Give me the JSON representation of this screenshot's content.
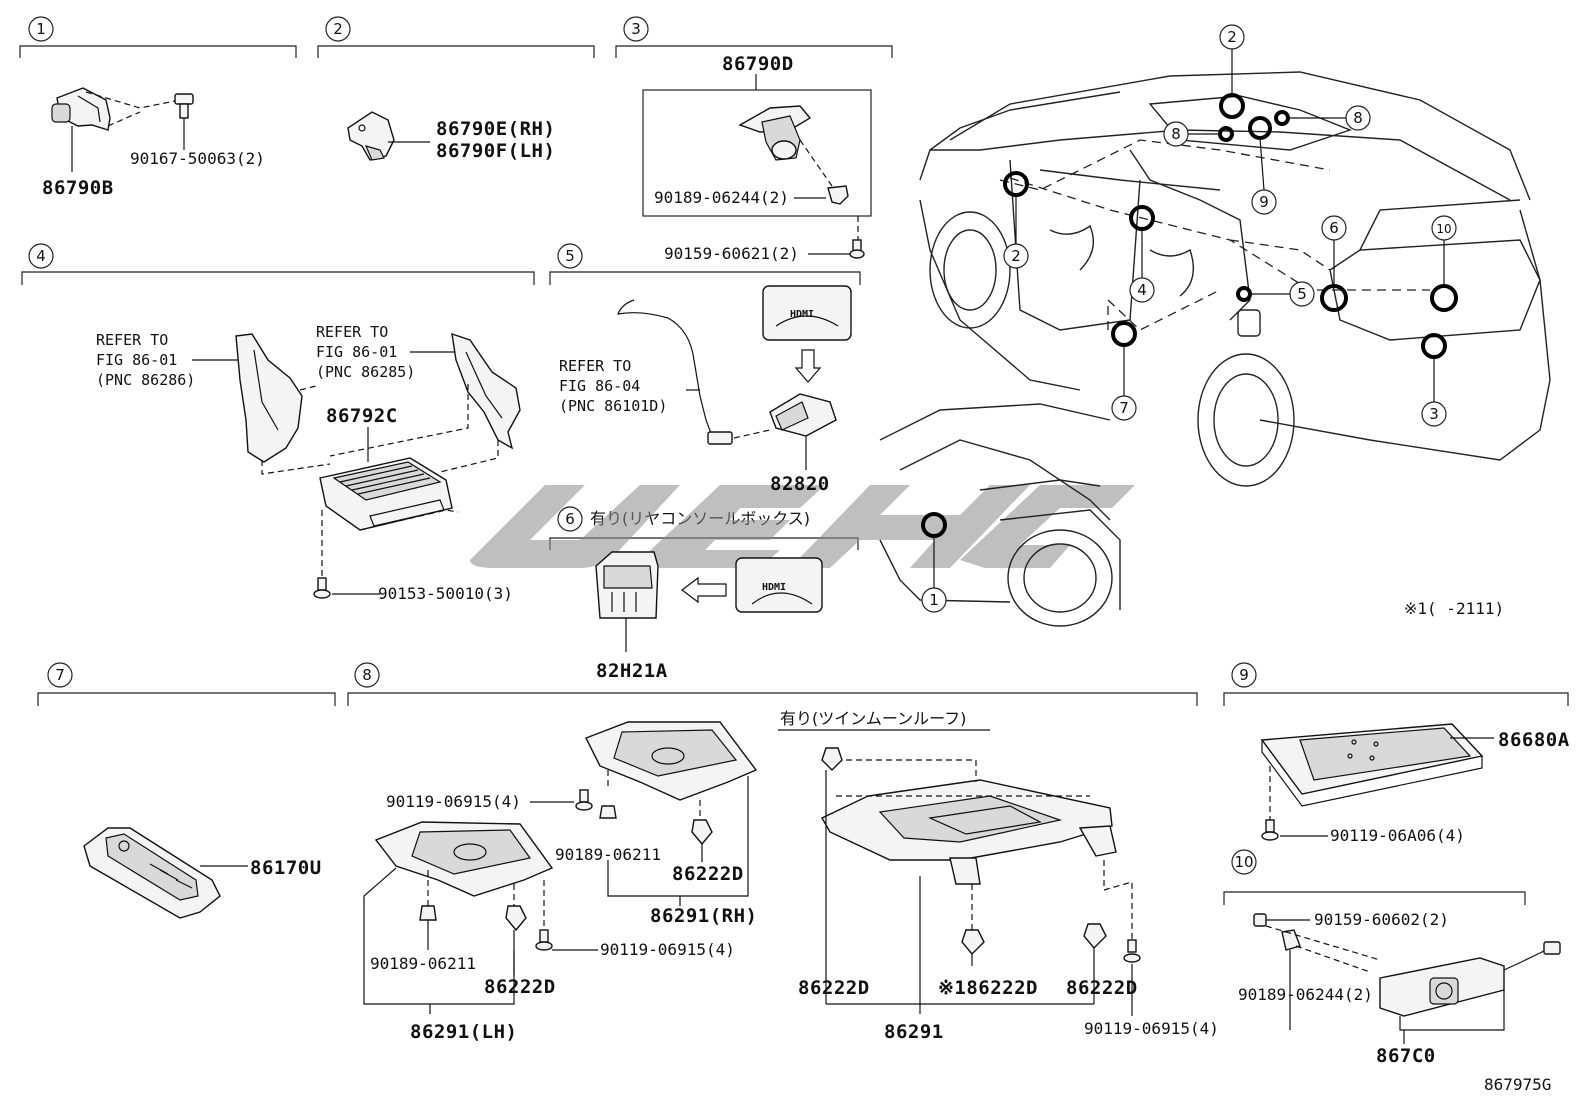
{
  "sections": [
    "1",
    "2",
    "3",
    "4",
    "5",
    "6",
    "7",
    "8",
    "9",
    "10"
  ],
  "s1": {
    "part": "86790B",
    "bolt": "90167-50063(2)"
  },
  "s2": {
    "rh": "86790E(RH)",
    "lh": "86790F(LH)"
  },
  "s3": {
    "part": "86790D",
    "screw": "90189-06244(2)",
    "bolt": "90159-60621(2)"
  },
  "s4": {
    "ref_left": [
      "REFER TO",
      "FIG 86-01",
      "(PNC 86286)"
    ],
    "ref_right": [
      "REFER TO",
      "FIG 86-01",
      "(PNC 86285)"
    ],
    "part": "86792C",
    "bolt": "90153-50010(3)"
  },
  "s5": {
    "ref": [
      "REFER TO",
      "FIG 86-04",
      "(PNC 86101D)"
    ],
    "hdmi": "HDMI",
    "part": "82820"
  },
  "s6": {
    "note": "有り(リヤコンソールボックス)",
    "hdmi": "HDMI",
    "part": "82H21A"
  },
  "footnote": "※1(    -2111)",
  "s7": {
    "part": "86170U"
  },
  "s8": {
    "note": "有り(ツインムーンルーフ)",
    "left": {
      "bolt": "90119-06915(4)",
      "clip": "90189-06211",
      "fastener": "86222D",
      "part": "86291(LH)"
    },
    "mid": {
      "bolt": "90119-06915(4)",
      "clip": "90189-06211",
      "fastener": "86222D",
      "part": "86291(RH)"
    },
    "right": {
      "fastener_a": "86222D",
      "fastener_b": "※186222D",
      "fastener_c": "86222D",
      "part": "86291",
      "bolt": "90119-06915(4)"
    }
  },
  "s9": {
    "part": "86680A",
    "bolt": "90119-06A06(4)"
  },
  "s10": {
    "bolt": "90159-60602(2)",
    "screw": "90189-06244(2)",
    "part": "867C0"
  },
  "callouts": [
    "1",
    "2",
    "2",
    "3",
    "4",
    "5",
    "6",
    "7",
    "8",
    "8",
    "9",
    "10"
  ],
  "drawing_id": "867975G"
}
